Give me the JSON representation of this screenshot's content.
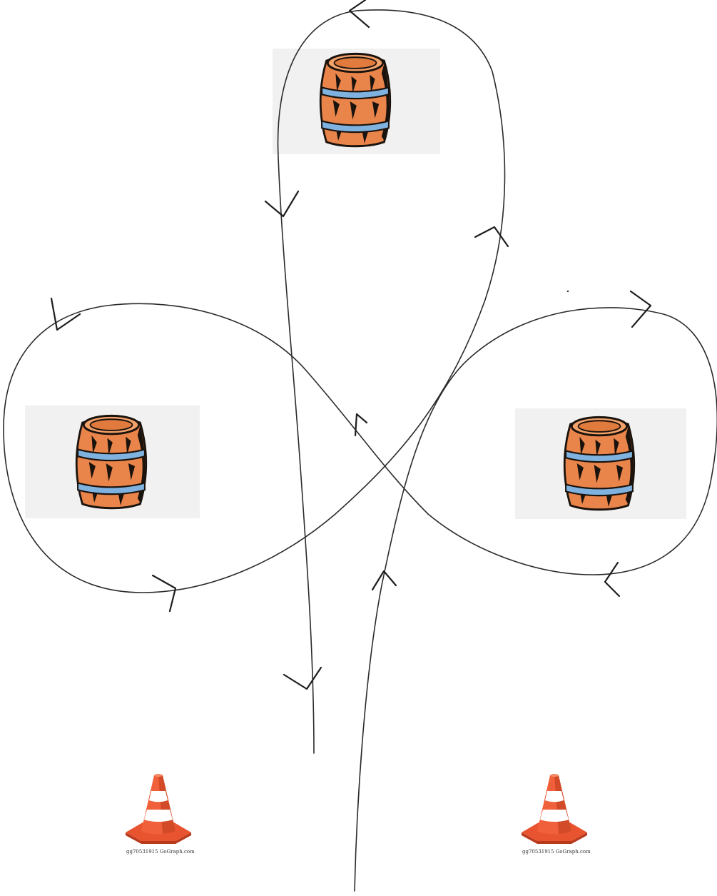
{
  "diagram": {
    "barrels": [
      {
        "id": "top"
      },
      {
        "id": "left"
      },
      {
        "id": "right"
      }
    ],
    "cones": [
      {
        "id": "left",
        "caption": "gg70531915 GoGraph.com"
      },
      {
        "id": "right",
        "caption": "gg70531915 GoGraph.com"
      }
    ],
    "colors": {
      "barrel_wood": "#e9844a",
      "barrel_shadow": "#1a120c",
      "barrel_band": "#7fb2df",
      "cone_orange": "#f0613b",
      "cone_stripe": "#ffffff",
      "line": "#2b2b2b"
    }
  }
}
